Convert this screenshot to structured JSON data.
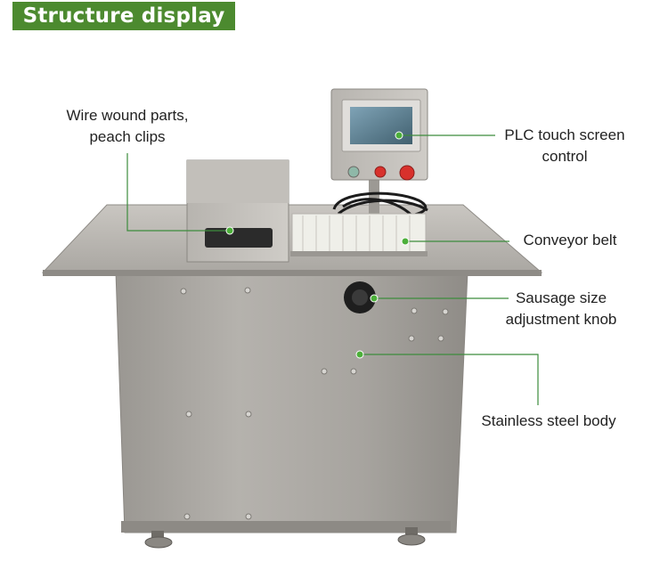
{
  "header": {
    "title": "Structure display"
  },
  "callouts": [
    {
      "id": "wire",
      "lines": [
        "Wire wound parts,",
        "peach clips"
      ]
    },
    {
      "id": "plc",
      "lines": [
        "PLC touch screen",
        "control"
      ]
    },
    {
      "id": "conveyor",
      "lines": [
        "Conveyor belt"
      ]
    },
    {
      "id": "knob",
      "lines": [
        "Sausage size",
        "adjustment knob"
      ]
    },
    {
      "id": "body",
      "lines": [
        "Stainless steel body"
      ]
    }
  ],
  "colors": {
    "header_bg": "#4c8a2f",
    "callout_dot": "#4caf3a",
    "callout_line": "#3c8c3c",
    "steel": "#a9a6a1",
    "button_red": "#d8312c"
  },
  "icons": [
    "machine-illustration"
  ]
}
